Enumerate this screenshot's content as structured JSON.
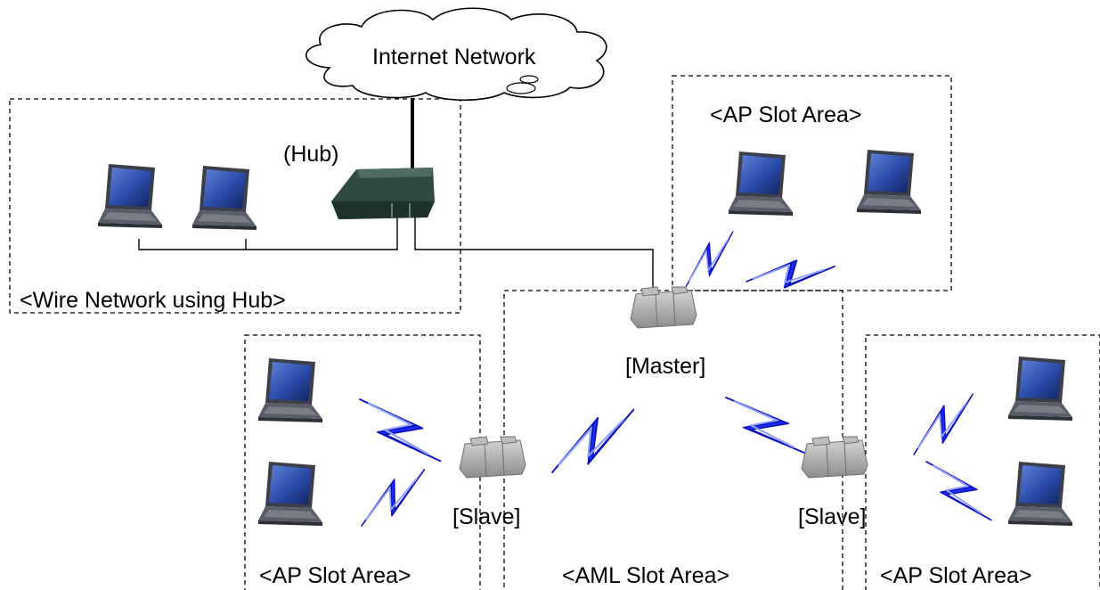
{
  "labels": {
    "internet": "Internet Network",
    "hub": "(Hub)",
    "wire_network": "<Wire Network using Hub>",
    "ap_slot_top": "<AP Slot Area>",
    "master": "[Master]",
    "slave_left": "[Slave]",
    "slave_right": "[Slave]",
    "ap_slot_left": "<AP Slot Area>",
    "aml_slot": "<AML Slot Area>",
    "ap_slot_right": "<AP Slot Area>"
  },
  "colors": {
    "wireless_link": "#1c2ef0",
    "hub": "#2f4a3f",
    "access_point": "#a9a9a9",
    "laptop_screen": "#2a4aa8"
  }
}
